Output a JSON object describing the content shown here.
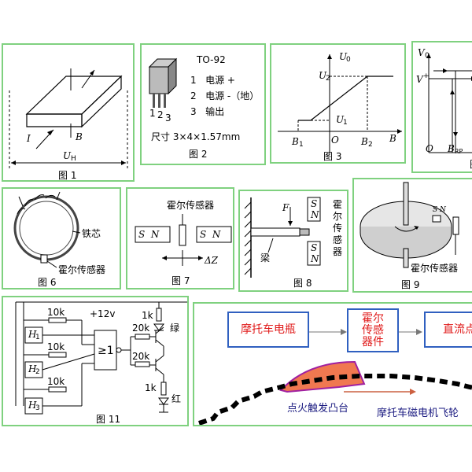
{
  "fig1": {
    "caption": "图 1",
    "label_I": "I",
    "label_B": "B",
    "label_UH": "U",
    "label_UH_sub": "H"
  },
  "fig2": {
    "caption": "图 2",
    "package": "TO-92",
    "pins": [
      "1",
      "2",
      "3"
    ],
    "pin_list": [
      "1   电源 +",
      "2   电源 -（地）",
      "3   输出"
    ],
    "size": "尺寸 3×4×1.57mm"
  },
  "fig3": {
    "caption": "图 3",
    "y_axis": "U",
    "y_axis_sub": "0",
    "u2": "U",
    "u2_sub": "2",
    "u1": "U",
    "u1_sub": "1",
    "b1": "B",
    "b1_sub": "1",
    "origin": "O",
    "b2": "B",
    "b2_sub": "2",
    "x_axis": "B"
  },
  "fig4": {
    "caption_partial": "图",
    "y_axis": "V",
    "y_axis_sub": "0",
    "v_plus": "V",
    "v_plus_sub": "+",
    "origin": "O",
    "brp": "B",
    "brp_sub": "RP"
  },
  "fig6": {
    "caption": "图 6",
    "core": "铁芯",
    "sensor": "霍尔传感器"
  },
  "fig7": {
    "caption": "图 7",
    "sensor": "霍尔传感器",
    "magnet_left": "S  N",
    "magnet_right": "S  N",
    "delta": "ΔZ"
  },
  "fig8": {
    "caption": "图 8",
    "force": "F",
    "beam": "梁",
    "sensor_lines": [
      "霍",
      "尔",
      "传",
      "感",
      "器"
    ],
    "magnet_s": "S",
    "magnet_n": "N"
  },
  "fig9": {
    "caption": "图 9",
    "sensor": "霍尔传感器",
    "magnet": "S N"
  },
  "fig11": {
    "caption": "图 11",
    "r1": "10k",
    "r2": "10k",
    "r3": "10k",
    "h1": "H",
    "h1_sub": "1",
    "h2": "H",
    "h2_sub": "2",
    "h3": "H",
    "h3_sub": "3",
    "vcc": "+12v",
    "gate": "≥1",
    "r_top": "1k",
    "r_bot": "1k",
    "r_q1": "20k",
    "r_q2": "20k",
    "green": "绿",
    "red": "红"
  },
  "fig12": {
    "box1": "摩托车电瓶",
    "box2_lines": [
      "霍尔",
      "传感",
      "器件"
    ],
    "box3": "直流点",
    "cam": "点火触发凸台",
    "flywheel": "摩托车磁电机飞轮"
  },
  "colors": {
    "panel_border": "#7fd17f",
    "box_border": "#3060c0",
    "box_text": "#e01a1a",
    "cam_fill": "#f07850",
    "cam_edge": "#a020a0"
  }
}
